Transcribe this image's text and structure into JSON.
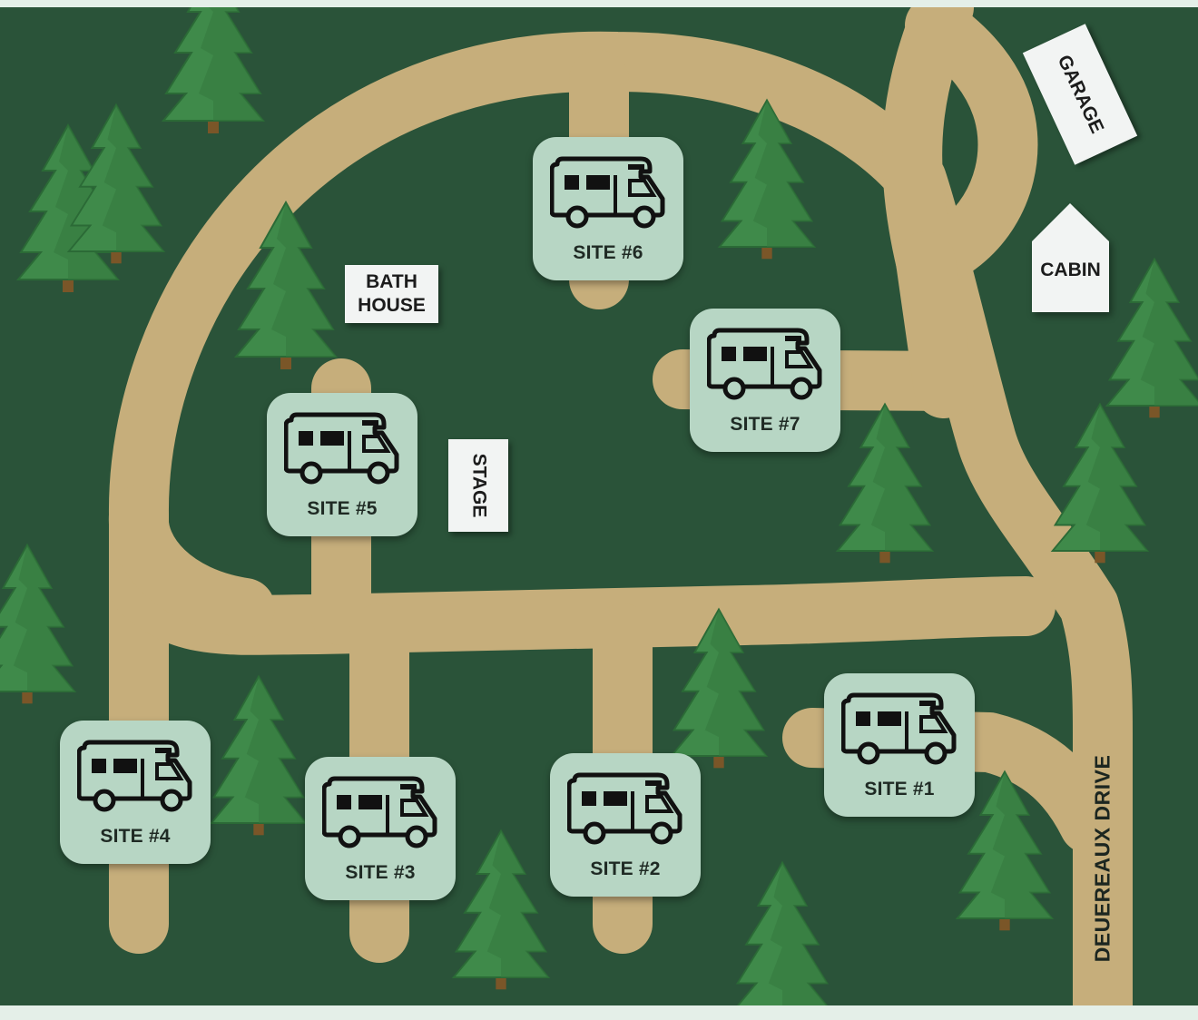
{
  "colors": {
    "grass": "#2a5339",
    "road": "#c6ae7b",
    "site_bg": "#b7d6c4",
    "building_bg": "#f2f4f3",
    "tree_green": "#3f8a4a",
    "tree_trunk": "#7a5628"
  },
  "sites": [
    {
      "label": "SITE #1",
      "icon": "rv-icon"
    },
    {
      "label": "SITE #2",
      "icon": "rv-icon"
    },
    {
      "label": "SITE #3",
      "icon": "rv-icon"
    },
    {
      "label": "SITE #4",
      "icon": "rv-icon"
    },
    {
      "label": "SITE #5",
      "icon": "rv-icon"
    },
    {
      "label": "SITE #6",
      "icon": "rv-icon"
    },
    {
      "label": "SITE #7",
      "icon": "rv-icon"
    }
  ],
  "buildings": {
    "bath_house": {
      "line1": "BATH",
      "line2": "HOUSE"
    },
    "stage": "STAGE",
    "garage": "GARAGE",
    "cabin": "CABIN"
  },
  "road_label": "DEUEREAUX DRIVE",
  "tree_icon": "pine-tree-icon"
}
